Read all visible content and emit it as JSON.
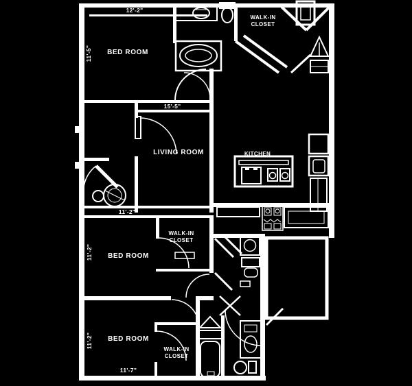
{
  "colors": {
    "background": "#000000",
    "line": "#ffffff"
  },
  "rooms": {
    "bedroom_top": {
      "label": "BED ROOM",
      "dim_top": "12'-2\"",
      "dim_left": "11'-5\""
    },
    "living": {
      "label": "LIVING ROOM",
      "dim_top": "15'-5\""
    },
    "kitchen": {
      "label": "KITCHEN"
    },
    "bedroom_mid": {
      "label": "BED ROOM",
      "dim_top": "11'-2\"",
      "dim_left": "11'-2\""
    },
    "bedroom_bottom": {
      "label": "BED ROOM",
      "dim_bottom": "11'-7\"",
      "dim_left": "11'-2\""
    },
    "walk_in_closet_top": {
      "label_line1": "WALK-IN",
      "label_line2": "CLOSET"
    },
    "walk_in_closet_mid": {
      "label_line1": "WALK-IN",
      "label_line2": "CLOSET"
    },
    "walk_in_closet_bottom": {
      "label_line1": "WALK-IN",
      "label_line2": "CLOSET"
    }
  }
}
